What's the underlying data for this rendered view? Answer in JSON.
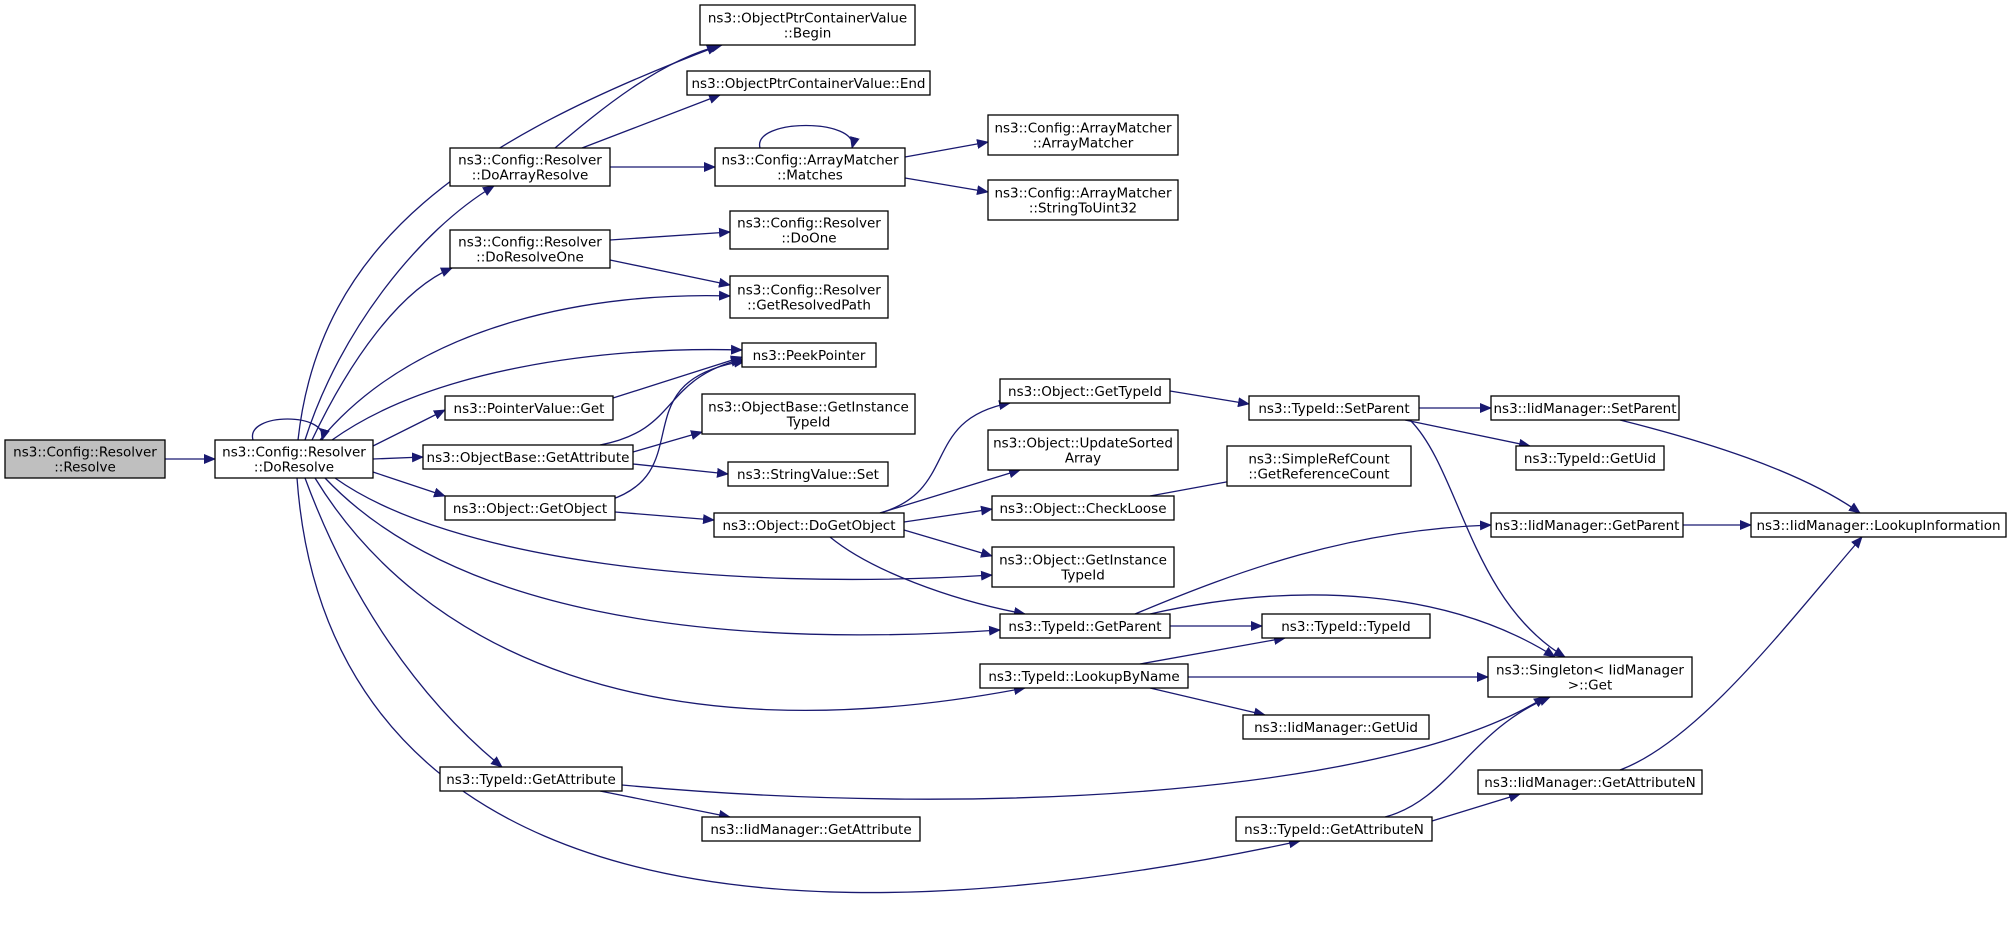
{
  "nodes": [
    {
      "id": "resolve",
      "lines": [
        "ns3::Config::Resolver",
        "::Resolve"
      ],
      "root": true
    },
    {
      "id": "doresolve",
      "lines": [
        "ns3::Config::Resolver",
        "::DoResolve"
      ]
    },
    {
      "id": "doarrayresolve",
      "lines": [
        "ns3::Config::Resolver",
        "::DoArrayResolve"
      ]
    },
    {
      "id": "doresolveone",
      "lines": [
        "ns3::Config::Resolver",
        "::DoResolveOne"
      ]
    },
    {
      "id": "pointervalueget",
      "lines": [
        "ns3::PointerValue::Get"
      ]
    },
    {
      "id": "objectbasegetattribute",
      "lines": [
        "ns3::ObjectBase::GetAttribute"
      ]
    },
    {
      "id": "objectgetobject",
      "lines": [
        "ns3::Object::GetObject"
      ]
    },
    {
      "id": "typeidgetattribute",
      "lines": [
        "ns3::TypeId::GetAttribute"
      ]
    },
    {
      "id": "opcvbegin",
      "lines": [
        "ns3::ObjectPtrContainerValue",
        "::Begin"
      ]
    },
    {
      "id": "opcvend",
      "lines": [
        "ns3::ObjectPtrContainerValue::End"
      ]
    },
    {
      "id": "arraymatchermatches",
      "lines": [
        "ns3::Config::ArrayMatcher",
        "::Matches"
      ]
    },
    {
      "id": "doone",
      "lines": [
        "ns3::Config::Resolver",
        "::DoOne"
      ]
    },
    {
      "id": "getresolvedpath",
      "lines": [
        "ns3::Config::Resolver",
        "::GetResolvedPath"
      ]
    },
    {
      "id": "peekpointer",
      "lines": [
        "ns3::PeekPointer"
      ]
    },
    {
      "id": "objectbasegetinstancetypeid",
      "lines": [
        "ns3::ObjectBase::GetInstance",
        "TypeId"
      ]
    },
    {
      "id": "stringvalueset",
      "lines": [
        "ns3::StringValue::Set"
      ]
    },
    {
      "id": "objectdogetobject",
      "lines": [
        "ns3::Object::DoGetObject"
      ]
    },
    {
      "id": "iidmanagergetattribute",
      "lines": [
        "ns3::IidManager::GetAttribute"
      ]
    },
    {
      "id": "arraymatcherarraymatcher",
      "lines": [
        "ns3::Config::ArrayMatcher",
        "::ArrayMatcher"
      ]
    },
    {
      "id": "arraymatcherstringtouint32",
      "lines": [
        "ns3::Config::ArrayMatcher",
        "::StringToUint32"
      ]
    },
    {
      "id": "objectgettypeid",
      "lines": [
        "ns3::Object::GetTypeId"
      ]
    },
    {
      "id": "objectupdatesortedarray",
      "lines": [
        "ns3::Object::UpdateSorted",
        "Array"
      ]
    },
    {
      "id": "objectcheckloose",
      "lines": [
        "ns3::Object::CheckLoose"
      ]
    },
    {
      "id": "objectgetinstancetypeid",
      "lines": [
        "ns3::Object::GetInstance",
        "TypeId"
      ]
    },
    {
      "id": "typeidgetparent",
      "lines": [
        "ns3::TypeId::GetParent"
      ]
    },
    {
      "id": "typeidlookupbyname",
      "lines": [
        "ns3::TypeId::LookupByName"
      ]
    },
    {
      "id": "typeidgetattributen",
      "lines": [
        "ns3::TypeId::GetAttributeN"
      ]
    },
    {
      "id": "typeidsetparent",
      "lines": [
        "ns3::TypeId::SetParent"
      ]
    },
    {
      "id": "simplerefcount",
      "lines": [
        "ns3::SimpleRefCount",
        "::GetReferenceCount"
      ]
    },
    {
      "id": "typeidtypeid",
      "lines": [
        "ns3::TypeId::TypeId"
      ]
    },
    {
      "id": "iidmanagergetuid",
      "lines": [
        "ns3::IidManager::GetUid"
      ]
    },
    {
      "id": "iidmanagersetparent",
      "lines": [
        "ns3::IidManager::SetParent"
      ]
    },
    {
      "id": "typeidgetuid",
      "lines": [
        "ns3::TypeId::GetUid"
      ]
    },
    {
      "id": "iidmanagergetparent",
      "lines": [
        "ns3::IidManager::GetParent"
      ]
    },
    {
      "id": "singletonget",
      "lines": [
        "ns3::Singleton< IidManager",
        ">::Get"
      ]
    },
    {
      "id": "iidmanagergetattributen",
      "lines": [
        "ns3::IidManager::GetAttributeN"
      ]
    },
    {
      "id": "iidmanagerlookupinformation",
      "lines": [
        "ns3::IidManager::LookupInformation"
      ]
    }
  ],
  "edges": [
    [
      "resolve",
      "doresolve"
    ],
    [
      "doresolve",
      "doresolve"
    ],
    [
      "doresolve",
      "opcvbegin"
    ],
    [
      "doresolve",
      "doarrayresolve"
    ],
    [
      "doresolve",
      "doresolveone"
    ],
    [
      "doresolve",
      "getresolvedpath"
    ],
    [
      "doresolve",
      "peekpointer"
    ],
    [
      "doresolve",
      "pointervalueget"
    ],
    [
      "doresolve",
      "objectbasegetattribute"
    ],
    [
      "doresolve",
      "objectgetobject"
    ],
    [
      "doresolve",
      "objectgetinstancetypeid"
    ],
    [
      "doresolve",
      "typeidgetparent"
    ],
    [
      "doresolve",
      "typeidlookupbyname"
    ],
    [
      "doresolve",
      "typeidgetattribute"
    ],
    [
      "doresolve",
      "typeidgetattributen"
    ],
    [
      "doarrayresolve",
      "opcvbegin"
    ],
    [
      "doarrayresolve",
      "opcvend"
    ],
    [
      "doarrayresolve",
      "arraymatchermatches"
    ],
    [
      "arraymatchermatches",
      "arraymatchermatches"
    ],
    [
      "arraymatchermatches",
      "arraymatcherarraymatcher"
    ],
    [
      "arraymatchermatches",
      "arraymatcherstringtouint32"
    ],
    [
      "doresolveone",
      "doone"
    ],
    [
      "doresolveone",
      "getresolvedpath"
    ],
    [
      "pointervalueget",
      "peekpointer"
    ],
    [
      "objectbasegetattribute",
      "peekpointer"
    ],
    [
      "objectbasegetattribute",
      "objectbasegetinstancetypeid"
    ],
    [
      "objectbasegetattribute",
      "stringvalueset"
    ],
    [
      "objectgetobject",
      "peekpointer"
    ],
    [
      "objectgetobject",
      "objectdogetobject"
    ],
    [
      "objectdogetobject",
      "objectgettypeid"
    ],
    [
      "objectdogetobject",
      "objectupdatesortedarray"
    ],
    [
      "objectdogetobject",
      "objectcheckloose"
    ],
    [
      "objectdogetobject",
      "objectgetinstancetypeid"
    ],
    [
      "objectdogetobject",
      "typeidgetparent"
    ],
    [
      "objectgettypeid",
      "typeidsetparent"
    ],
    [
      "typeidsetparent",
      "iidmanagersetparent"
    ],
    [
      "typeidsetparent",
      "typeidgetuid"
    ],
    [
      "typeidsetparent",
      "singletonget"
    ],
    [
      "iidmanagersetparent",
      "iidmanagerlookupinformation"
    ],
    [
      "objectcheckloose",
      "simplerefcount"
    ],
    [
      "typeidgetparent",
      "iidmanagergetparent"
    ],
    [
      "typeidgetparent",
      "singletonget"
    ],
    [
      "typeidgetparent",
      "typeidtypeid"
    ],
    [
      "iidmanagergetparent",
      "iidmanagerlookupinformation"
    ],
    [
      "typeidlookupbyname",
      "typeidtypeid"
    ],
    [
      "typeidlookupbyname",
      "singletonget"
    ],
    [
      "typeidlookupbyname",
      "iidmanagergetuid"
    ],
    [
      "typeidgetattribute",
      "singletonget"
    ],
    [
      "typeidgetattribute",
      "iidmanagergetattribute"
    ],
    [
      "typeidgetattributen",
      "singletonget"
    ],
    [
      "typeidgetattributen",
      "iidmanagergetattributen"
    ],
    [
      "iidmanagergetattributen",
      "iidmanagerlookupinformation"
    ]
  ]
}
